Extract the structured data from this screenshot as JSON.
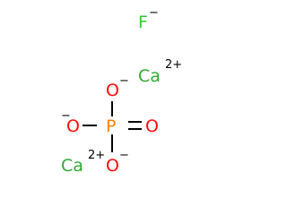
{
  "molecule": {
    "atoms": {
      "fluoride": {
        "symbol": "F",
        "charge": "−",
        "color": "#33cc33"
      },
      "calcium_top": {
        "symbol": "Ca",
        "charge": "2+",
        "color": "#33aa33"
      },
      "oxygen_top": {
        "symbol": "O",
        "charge": "−",
        "color": "#ff0d0d"
      },
      "oxygen_left": {
        "symbol": "O",
        "charge": "−",
        "color": "#ff0d0d"
      },
      "phosphorus": {
        "symbol": "P",
        "color": "#ff8000"
      },
      "oxygen_right": {
        "symbol": "O",
        "color": "#ff0d0d"
      },
      "calcium_bottom": {
        "symbol": "Ca",
        "charge": "2+",
        "color": "#33aa33"
      },
      "oxygen_bottom": {
        "symbol": "O",
        "charge": "−",
        "color": "#ff0d0d"
      }
    },
    "bonds": [
      {
        "from": "phosphorus",
        "to": "oxygen_top",
        "order": 1
      },
      {
        "from": "phosphorus",
        "to": "oxygen_left",
        "order": 1
      },
      {
        "from": "phosphorus",
        "to": "oxygen_right",
        "order": 2
      },
      {
        "from": "phosphorus",
        "to": "oxygen_bottom",
        "order": 1
      }
    ]
  }
}
